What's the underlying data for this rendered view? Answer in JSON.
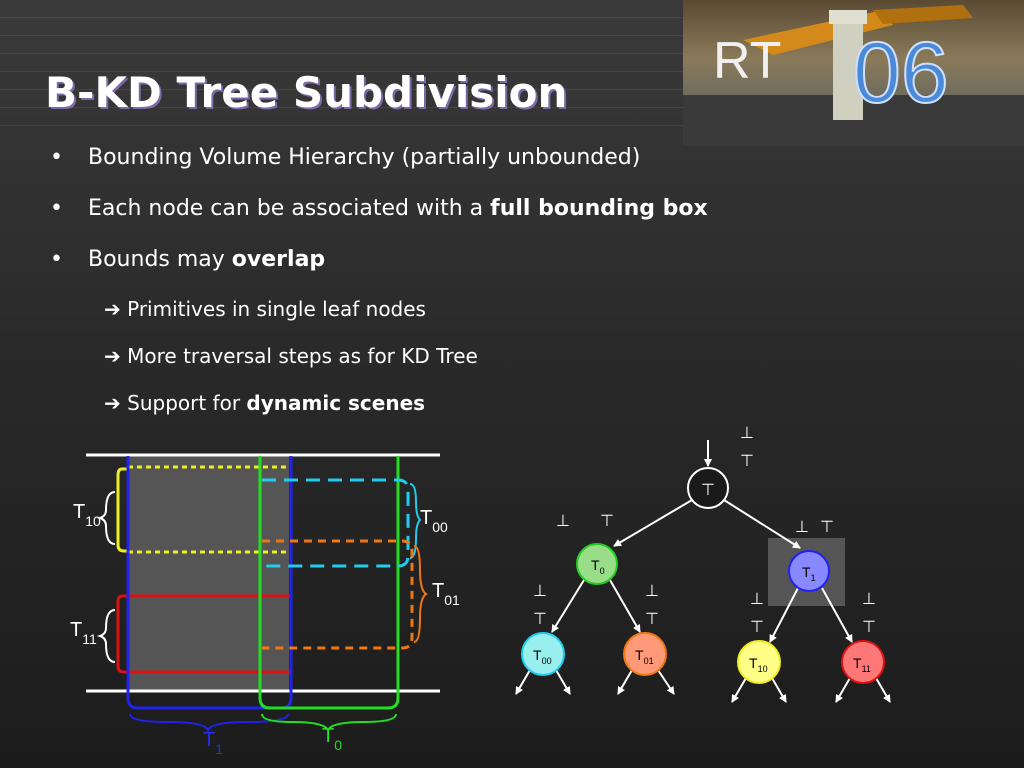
{
  "title": "B-KD Tree Subdivision",
  "logo": {
    "text": "RT",
    "year": "06"
  },
  "bullets": [
    {
      "pre": "Bounding Volume Hierarchy (partially unbounded)",
      "bold": ""
    },
    {
      "pre": "Each node can be associated with a ",
      "bold": "full bounding box"
    },
    {
      "pre": "Bounds may ",
      "bold": "overlap"
    }
  ],
  "sub_bullets": [
    {
      "pre": "Primitives in single leaf nodes",
      "bold": ""
    },
    {
      "pre": "More traversal steps as for KD Tree",
      "bold": ""
    },
    {
      "pre": "Support for ",
      "bold": "dynamic scenes"
    }
  ],
  "bullet_glyph": "•",
  "arrow_glyph": "➔",
  "labels": {
    "T": "T",
    "sub_0": "0",
    "sub_1": "1",
    "sub_00": "00",
    "sub_01": "01",
    "sub_10": "10",
    "sub_11": "11",
    "bound_lower": "⊥",
    "bound_upper": "⊤"
  },
  "colors": {
    "t0": "#22dd22",
    "t1": "#2222ee",
    "t00": "#22ccee",
    "t01": "#ee7711",
    "t10": "#eeee22",
    "t11": "#dd1111",
    "node_t0": "#99dd88",
    "node_t1": "#8888ff",
    "node_t00": "#99eeee",
    "node_t01": "#ff9977",
    "node_t10": "#ffff88",
    "node_t11": "#ff7777"
  }
}
